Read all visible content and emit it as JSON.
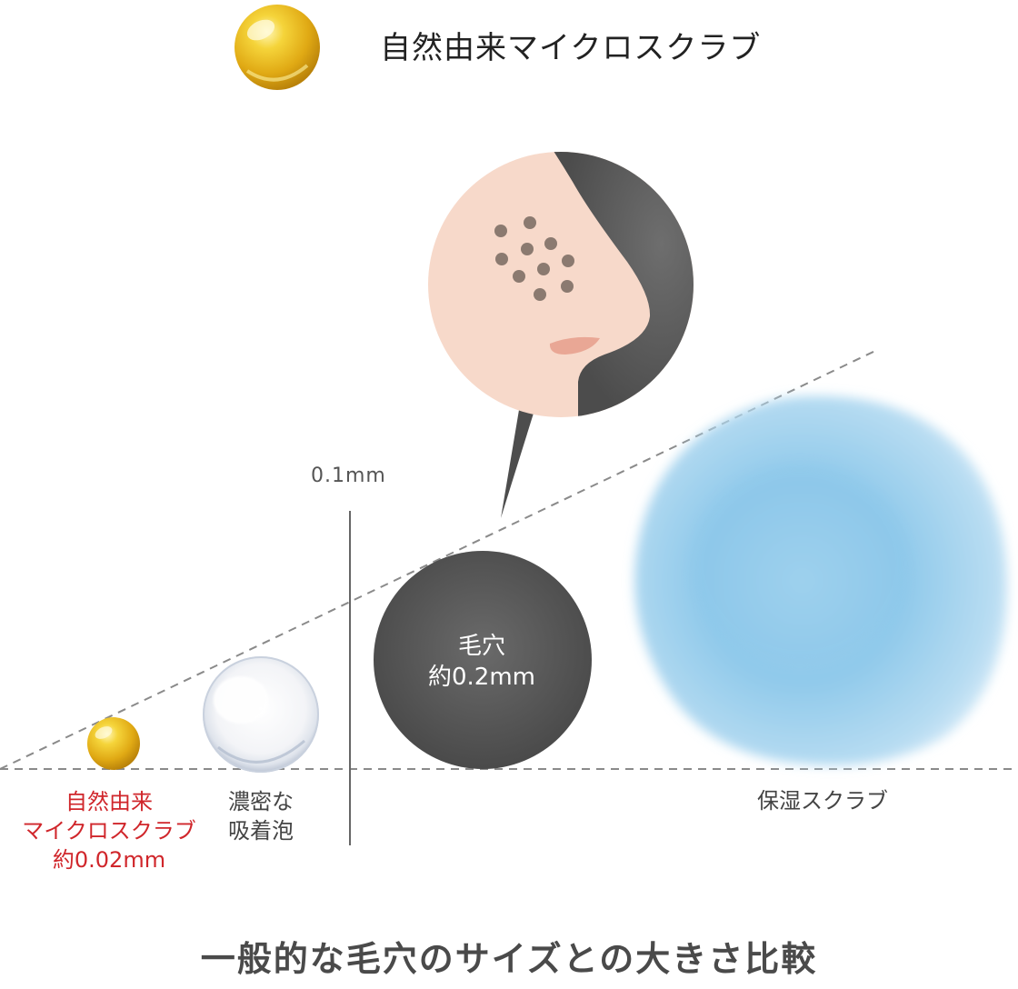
{
  "legend": {
    "icon": "gold-sphere-icon",
    "label": "自然由来マイクロスクラブ"
  },
  "scale": {
    "label": "0.1mm"
  },
  "pore": {
    "line1": "毛穴",
    "line2": "約0.2mm"
  },
  "items": {
    "micro_scrub": {
      "line1": "自然由来",
      "line2": "マイクロスクラブ",
      "line3": "約0.02mm"
    },
    "foam": {
      "line1": "濃密な",
      "line2": "吸着泡"
    },
    "moist_scrub": {
      "label": "保湿スクラブ"
    }
  },
  "title": "一般的な毛穴のサイズとの大きさ比較",
  "colors": {
    "accent_red": "#d0262b",
    "gold": "#e3b51c",
    "pore_dark": "#555555",
    "skin": "#f6d9cb",
    "scrub_blue": "#8cc8ea",
    "text_dark": "#333333",
    "title_gray": "#4a4a4a"
  }
}
